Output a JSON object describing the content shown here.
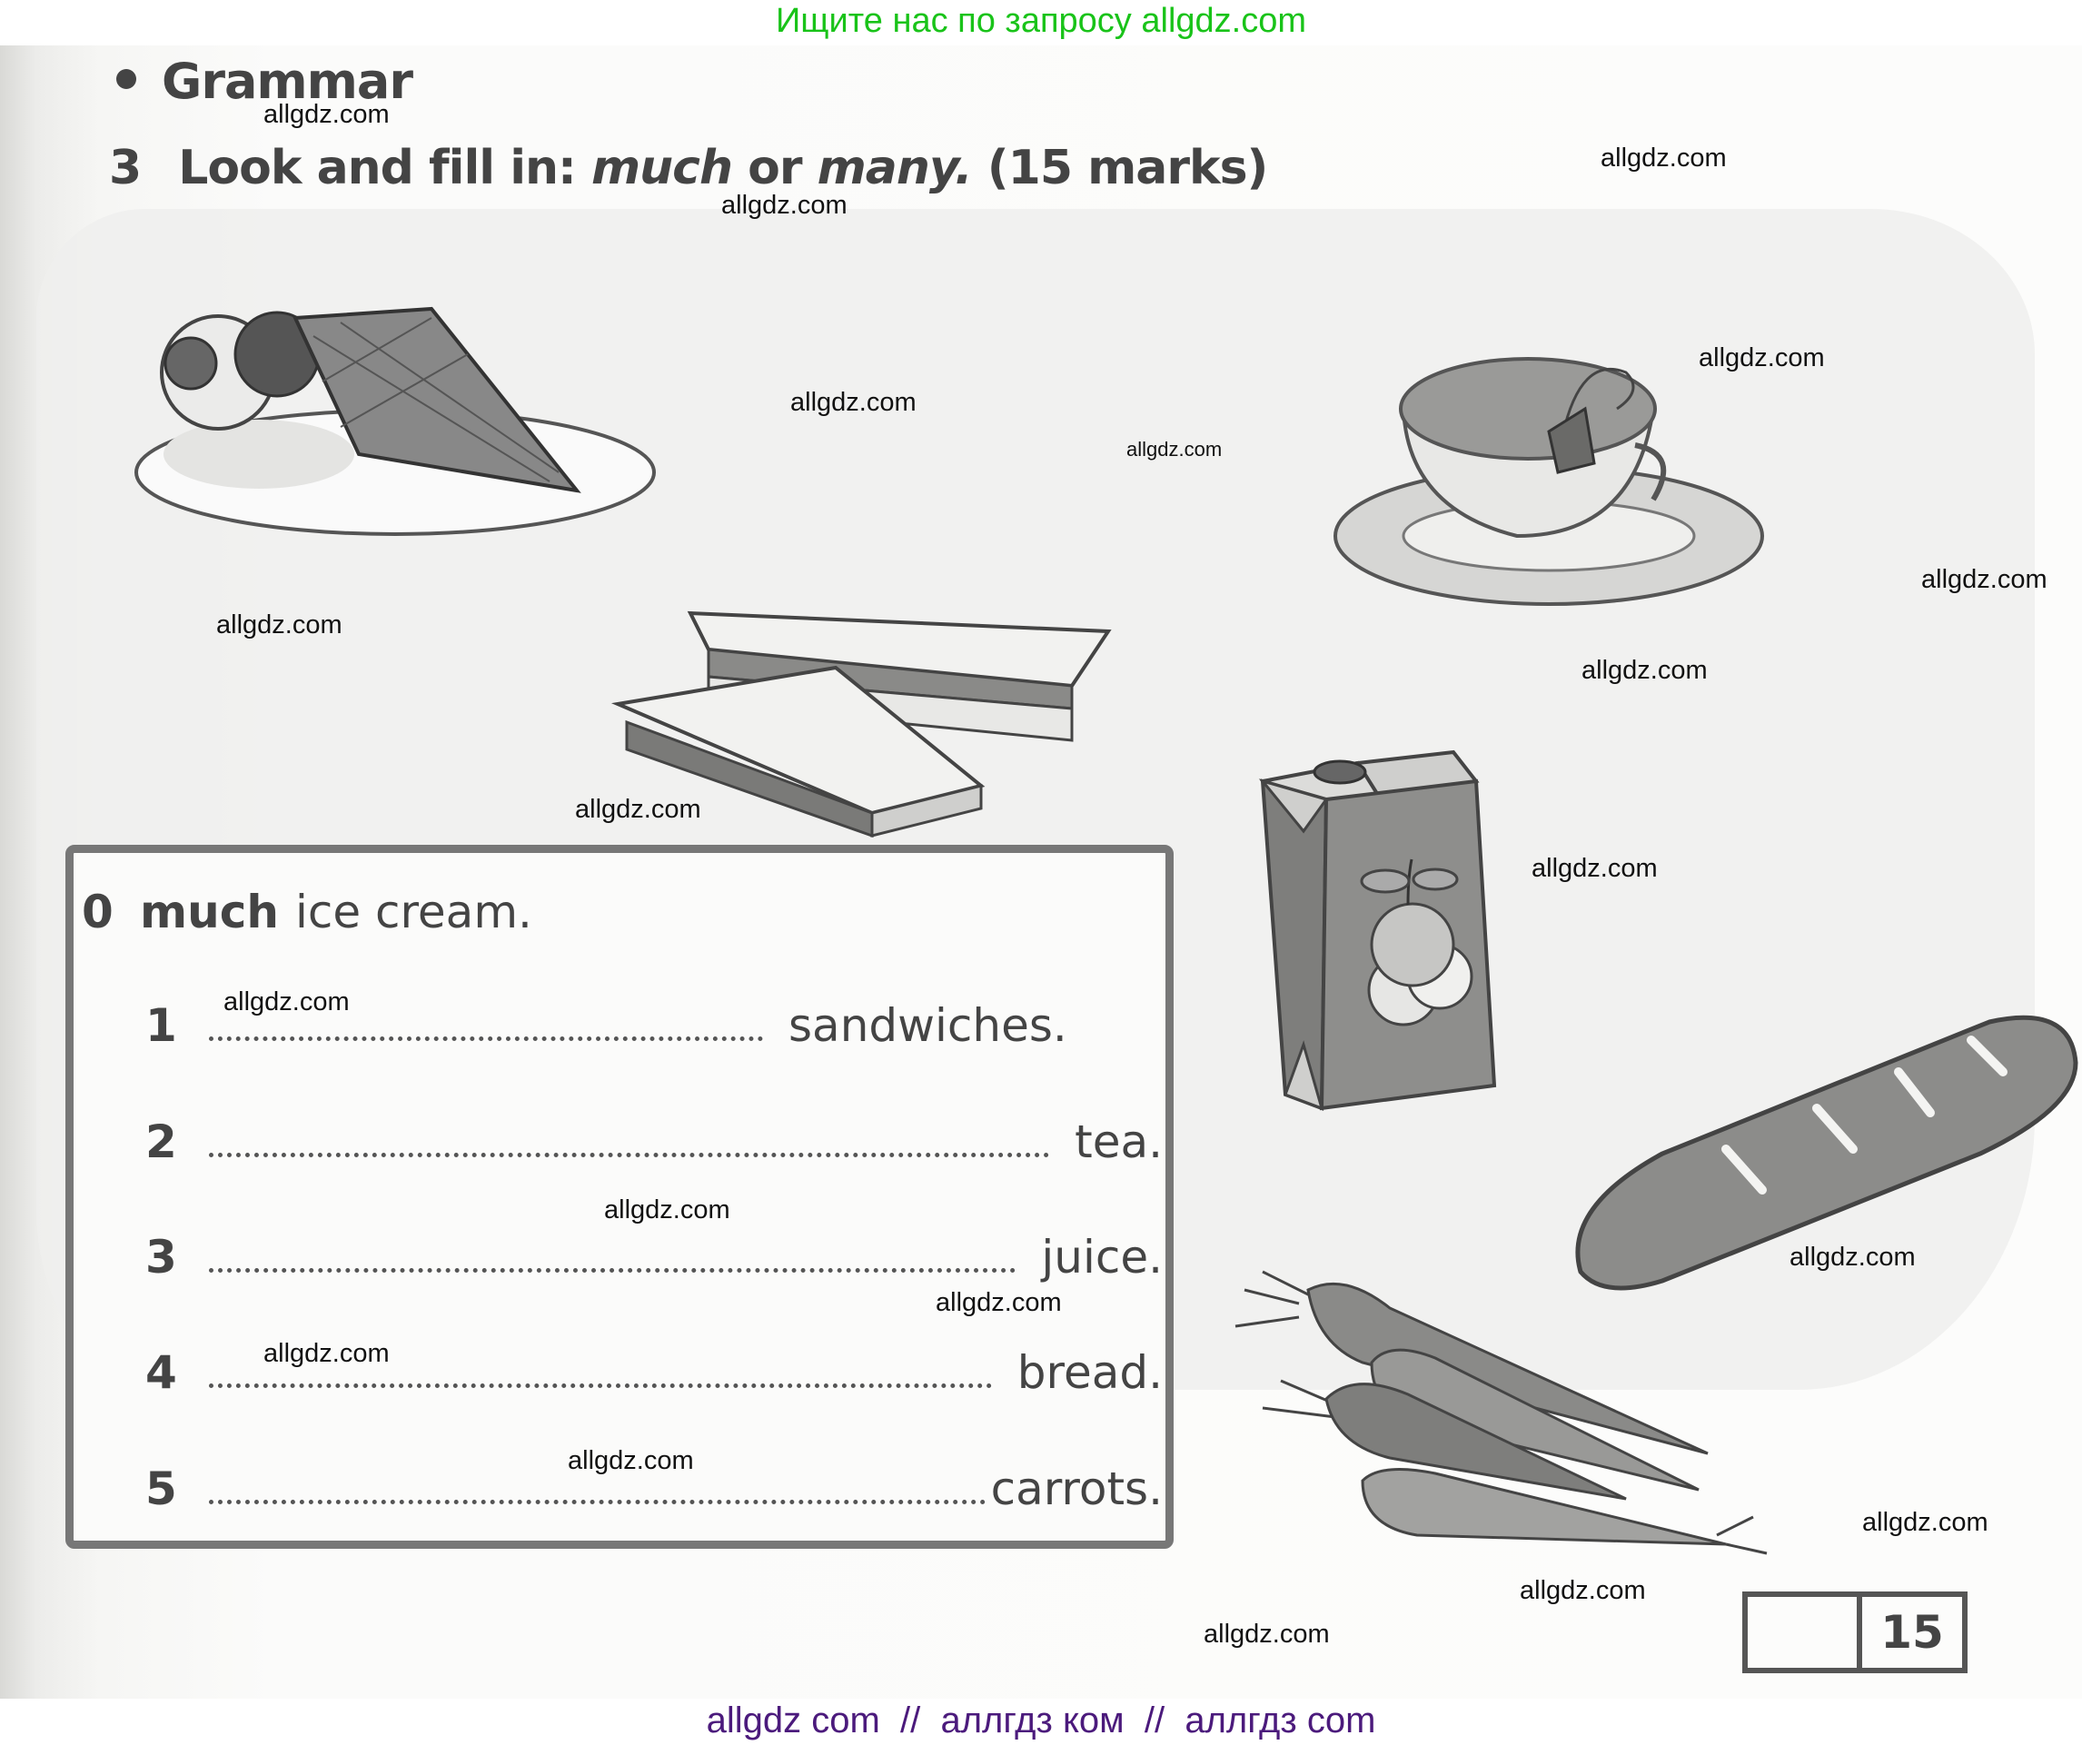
{
  "banner": {
    "text": "Ищите нас по запросу allgdz.com",
    "color": "#19c319"
  },
  "section": {
    "title": "Grammar"
  },
  "task": {
    "number": "3",
    "instruction_prefix": "Look and fill in:",
    "word_a": "much",
    "connector": "or",
    "word_b": "many.",
    "marks": "(15 marks)"
  },
  "exercise": {
    "items": [
      {
        "number": "0",
        "answer": "much",
        "noun": "ice cream.",
        "example": true
      },
      {
        "number": "1",
        "answer": "",
        "noun": "sandwiches."
      },
      {
        "number": "2",
        "answer": "",
        "noun": "tea."
      },
      {
        "number": "3",
        "answer": "",
        "noun": "juice."
      },
      {
        "number": "4",
        "answer": "",
        "noun": "bread."
      },
      {
        "number": "5",
        "answer": "",
        "noun": "carrots."
      }
    ]
  },
  "illustrations": [
    "ice-cream",
    "sandwiches",
    "tea-cup",
    "juice-carton",
    "bread",
    "carrots"
  ],
  "score": {
    "obtained": "",
    "total": "15"
  },
  "watermarks": {
    "text": "allgdz.com",
    "count": 20
  },
  "footer": {
    "text": "allgdz com  //  аллгдз ком  //  аллгдз com",
    "color": "#4b1a7c"
  }
}
